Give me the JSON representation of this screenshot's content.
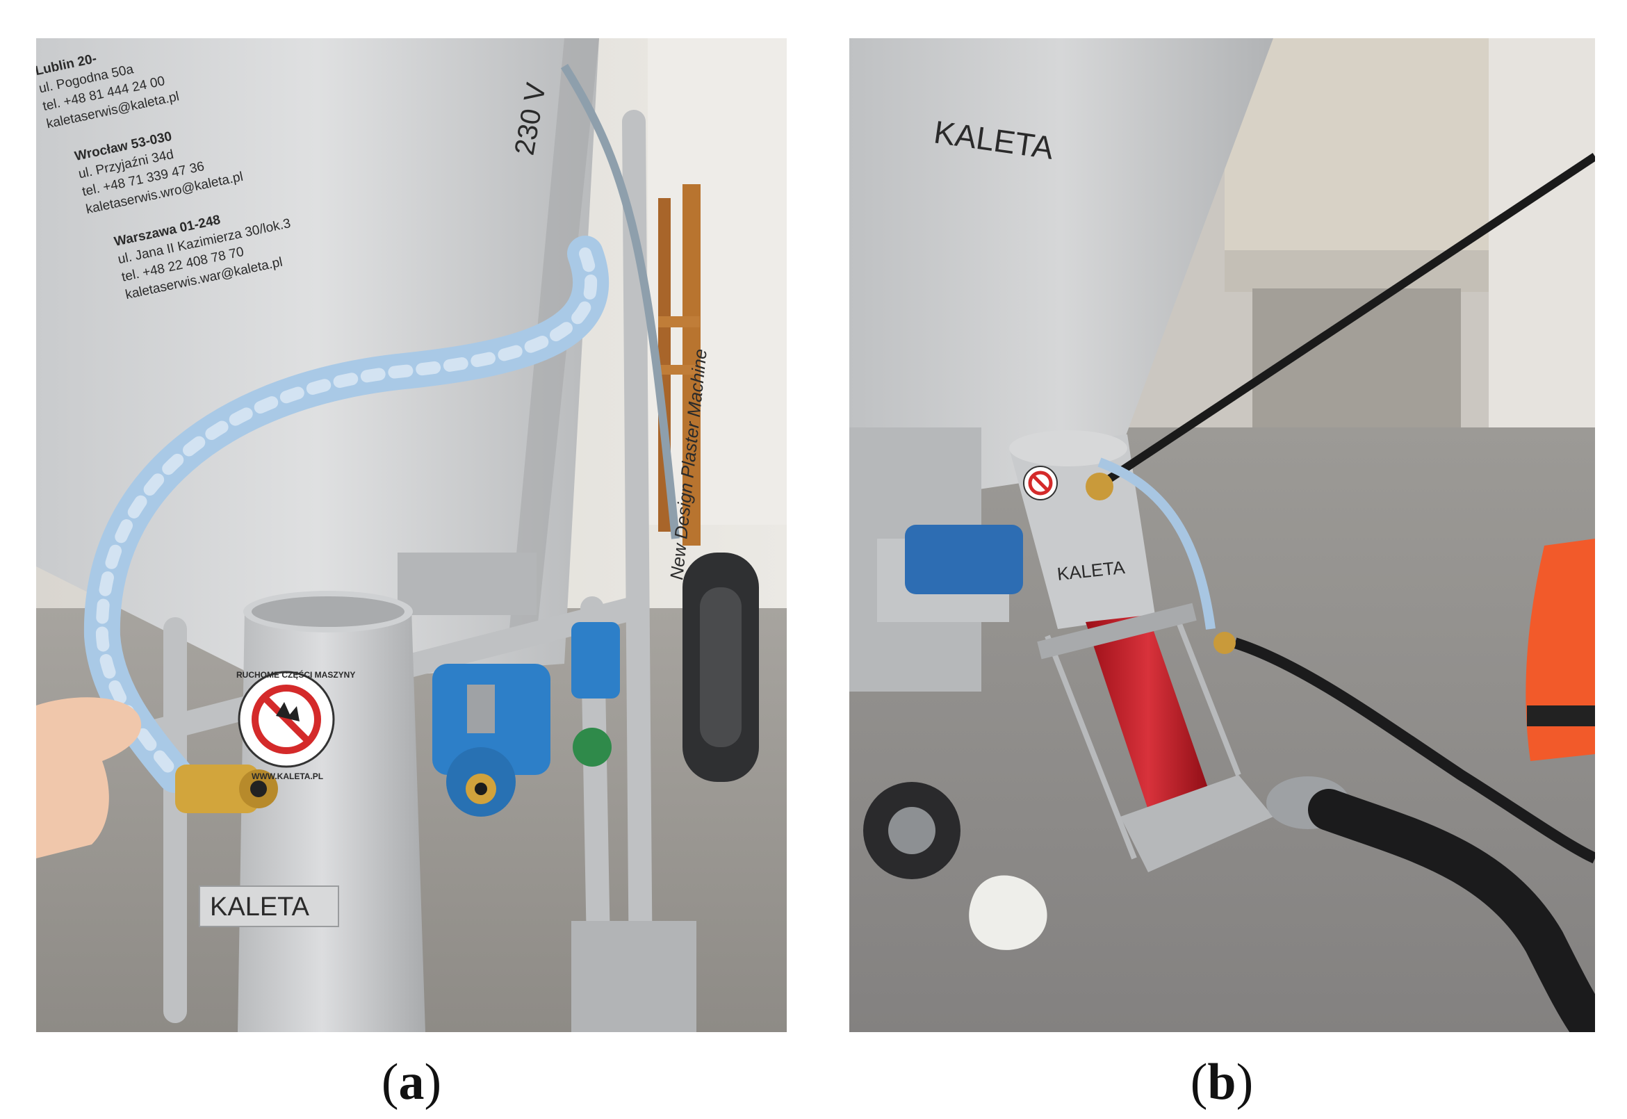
{
  "captions": {
    "a_open": "(",
    "a_letter": "a",
    "a_close": ")",
    "b_open": "(",
    "b_letter": "b",
    "b_close": ")"
  },
  "panel_a": {
    "hopper_text": {
      "line1": "Lublin  20-",
      "line2": "ul. Pogodna 50a",
      "line3": "tel. +48 81 444 24 00",
      "line4": "kaletaserwis@kaleta.pl",
      "line5": "Wrocław  53-030",
      "line6": "ul. Przyjaźni 34d",
      "line7": "tel. +48 71 339 47 36",
      "line8": "kaletaserwis.wro@kaleta.pl",
      "line9": "Warszawa  01-248",
      "line10": "ul. Jana II Kazimierza 30/lok.3",
      "line11": "tel. +48 22 408 78 70",
      "line12": "kaletaserwis.war@kaleta.pl"
    },
    "voltage_label": "230 V",
    "side_label": "New Design Plaster Machine",
    "sticker_text": "RUCHOME CZĘŚCI MASZYNY",
    "sticker_url": "WWW.KALETA.PL",
    "brand": "KALETA"
  },
  "panel_b": {
    "hopper_brand": "KALETA",
    "tube_brand": "KALETA"
  }
}
